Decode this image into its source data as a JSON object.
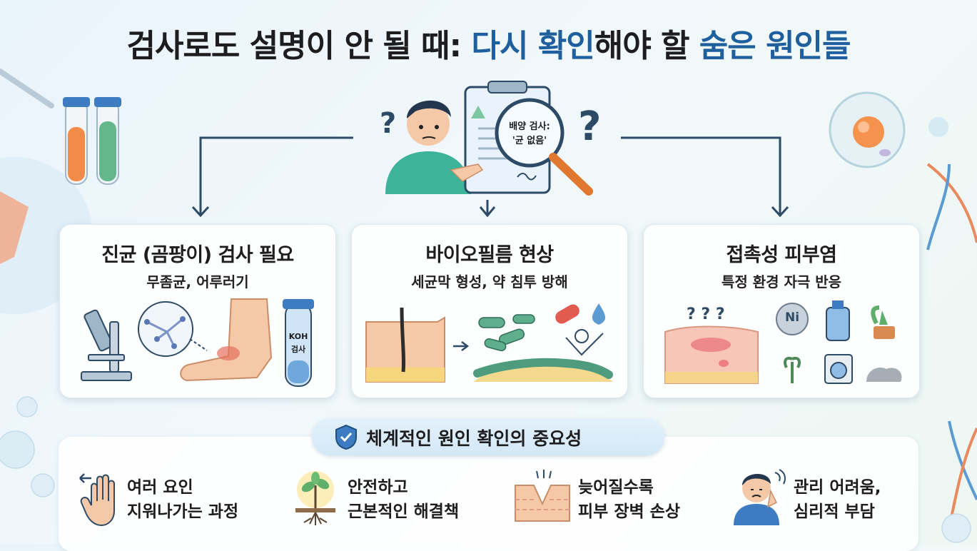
{
  "title": {
    "part1": "검사로도 설명이 안 될 때: ",
    "part2": "다시 확인",
    "part3": "해야 할 ",
    "part4": "숨은 원인들"
  },
  "center": {
    "magnifier_line1": "배양 검사:",
    "magnifier_line2": "'균 없음'"
  },
  "cards": [
    {
      "title": "진균 (곰팡이) 검사 필요",
      "subtitle": "무좀균, 어루러기",
      "tube_line1": "KOH",
      "tube_line2": "검사"
    },
    {
      "title": "바이오필름 현상",
      "subtitle": "세균막 형성, 약 침투 방해"
    },
    {
      "title": "접촉성 피부염",
      "subtitle": "특정 환경 자극 반응",
      "nickel_label": "Ni"
    }
  ],
  "importance": {
    "heading": "체계적인 원인 확인의 중요성",
    "items": [
      {
        "line1": "여러 요인",
        "line2": "지워나가는 과정"
      },
      {
        "line1": "안전하고",
        "line2": "근본적인 해결책"
      },
      {
        "line1": "늦어질수록",
        "line2": "피부 장벽 손상"
      },
      {
        "line1": "관리 어려움,",
        "line2": "심리적 부담"
      }
    ]
  },
  "colors": {
    "accent_blue": "#1f5f9e",
    "arrow": "#2d4a66",
    "skin": "#f5c9a8",
    "bacteria_green": "#5fae8e"
  }
}
